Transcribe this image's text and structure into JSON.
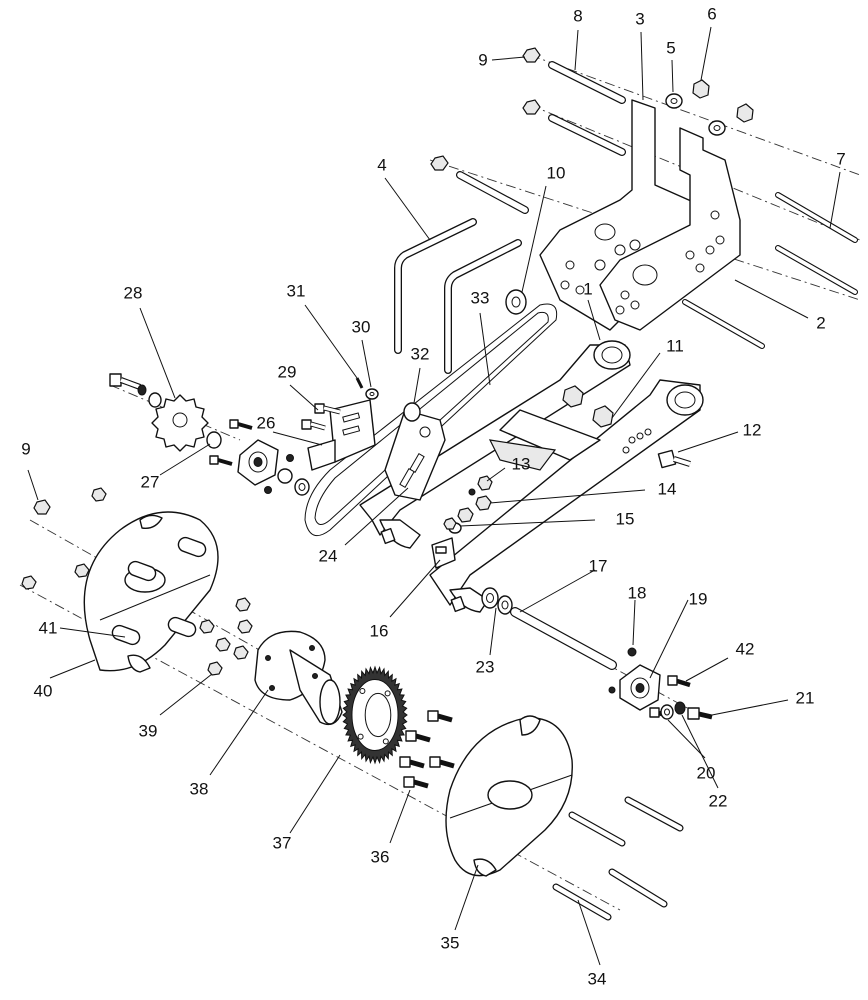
{
  "callouts": [
    {
      "id": "c1",
      "label": "1"
    },
    {
      "id": "c2",
      "label": "2"
    },
    {
      "id": "c3",
      "label": "3"
    },
    {
      "id": "c4",
      "label": "4"
    },
    {
      "id": "c5",
      "label": "5"
    },
    {
      "id": "c6",
      "label": "6"
    },
    {
      "id": "c7",
      "label": "7"
    },
    {
      "id": "c8",
      "label": "8"
    },
    {
      "id": "c9a",
      "label": "9"
    },
    {
      "id": "c9b",
      "label": "9"
    },
    {
      "id": "c10",
      "label": "10"
    },
    {
      "id": "c11",
      "label": "11"
    },
    {
      "id": "c12",
      "label": "12"
    },
    {
      "id": "c13",
      "label": "13"
    },
    {
      "id": "c14",
      "label": "14"
    },
    {
      "id": "c15",
      "label": "15"
    },
    {
      "id": "c16",
      "label": "16"
    },
    {
      "id": "c17",
      "label": "17"
    },
    {
      "id": "c18",
      "label": "18"
    },
    {
      "id": "c19",
      "label": "19"
    },
    {
      "id": "c20",
      "label": "20"
    },
    {
      "id": "c21",
      "label": "21"
    },
    {
      "id": "c22",
      "label": "22"
    },
    {
      "id": "c23",
      "label": "23"
    },
    {
      "id": "c24",
      "label": "24"
    },
    {
      "id": "c26",
      "label": "26"
    },
    {
      "id": "c27",
      "label": "27"
    },
    {
      "id": "c28",
      "label": "28"
    },
    {
      "id": "c29",
      "label": "29"
    },
    {
      "id": "c30",
      "label": "30"
    },
    {
      "id": "c31",
      "label": "31"
    },
    {
      "id": "c32",
      "label": "32"
    },
    {
      "id": "c33",
      "label": "33"
    },
    {
      "id": "c34",
      "label": "34"
    },
    {
      "id": "c35",
      "label": "35"
    },
    {
      "id": "c36",
      "label": "36"
    },
    {
      "id": "c37",
      "label": "37"
    },
    {
      "id": "c38",
      "label": "38"
    },
    {
      "id": "c39",
      "label": "39"
    },
    {
      "id": "c40",
      "label": "40"
    },
    {
      "id": "c41",
      "label": "41"
    },
    {
      "id": "c42",
      "label": "42"
    }
  ]
}
